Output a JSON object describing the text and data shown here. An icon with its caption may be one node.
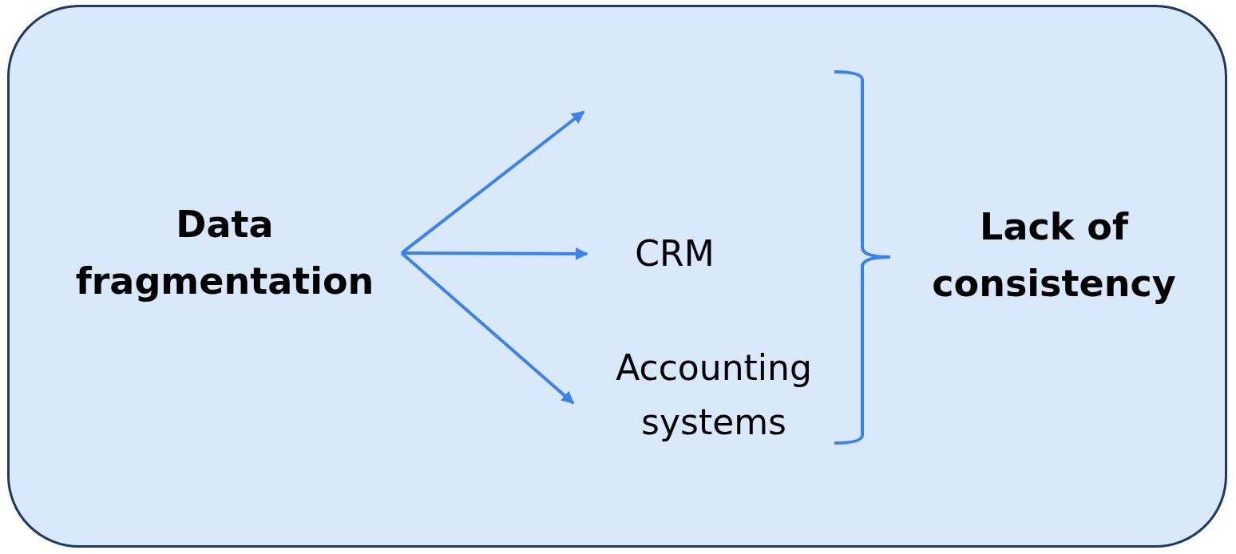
{
  "diagram": {
    "nodes": [
      {
        "text": [
          "Data fragmentation"
        ]
      },
      {
        "text": [
          "CRM"
        ]
      },
      {
        "text": [
          "Accounting systems"
        ]
      },
      {
        "text": [
          "Lack of consistency"
        ]
      }
    ],
    "edges": [
      {
        "from": 0,
        "to": null,
        "arrow": "to"
      },
      {
        "from": 0,
        "to": 1,
        "arrow": "to"
      },
      {
        "from": 0,
        "to": 2,
        "arrow": "to"
      }
    ]
  }
}
